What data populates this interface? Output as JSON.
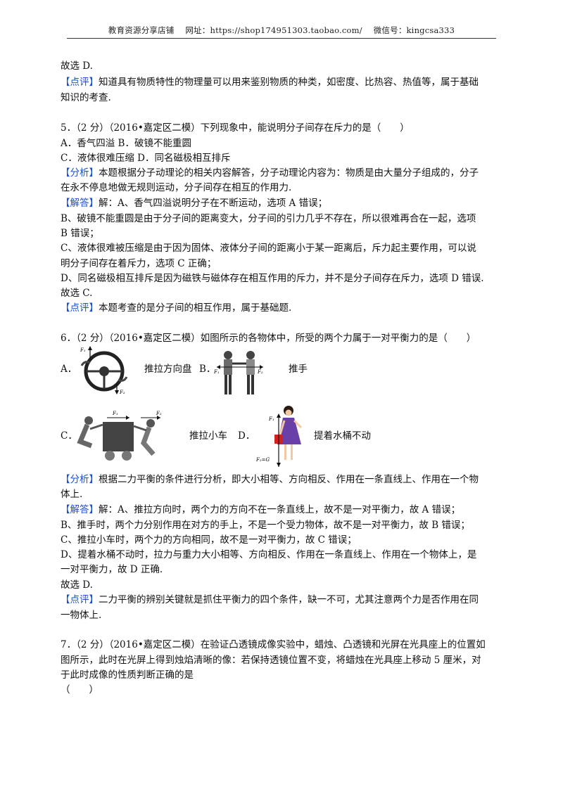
{
  "header": {
    "store": "教育资源分享店铺",
    "site": "网址：https://shop174951303.taobao.com/",
    "wechat": "微信号：kingcsa333"
  },
  "q4_tail": {
    "answer": "故选 D.",
    "comment_tag": "【点评】",
    "comment_1": "知道具有物质特性的物理量可以用来鉴别物质的种类，如密度、比热容、热值等，属于基础",
    "comment_2": "知识的考查."
  },
  "q5": {
    "stem": "5．（2 分）（2016•嘉定区二模）下列现象中，能说明分子间存在斥力的是（　　）",
    "options_1": "A．香气四溢 B．破镜不能重圆",
    "options_2": "C．液体很难压缩 D．同名磁极相互排斥",
    "analysis_tag": "【分析】",
    "analysis_1": "本题根据分子动理论的相关内容解答，分子动理论内容为：物质是由大量分子组成的，分子",
    "analysis_2": "在永不停息地做无规则运动，分子间存在相互的作用力.",
    "solution_tag": "【解答】",
    "solution_1": "解：A、香气四溢说明分子在不断运动，选项 A 错误；",
    "solution_2": "B、破镜不能重圆是由于分子间的距离变大，分子间的引力几乎不存在，所以很难再合在一起，选项",
    "solution_3": "B 错误；",
    "solution_4": "C、液体很难被压缩是由于因为固体、液体分子间的距离小于某一距离后，斥力起主要作用，可以说",
    "solution_5": "明分子间存在着斥力，选项 C 正确；",
    "solution_6": "D、同名磁极相互排斥是因为磁铁与磁体存在相互作用的斥力，并不是分子间存在斥力，选项 D 错误.",
    "answer": "故选 C.",
    "comment_tag": "【点评】",
    "comment_1": "本题考查的是分子间的相互作用，属于基础题."
  },
  "q6": {
    "stem": "6．（2 分）（2016•嘉定区二模）如图所示的各物体中，所受的两个力属于一对平衡力的是（　　）",
    "opt_a_letter": "A．",
    "opt_a_label": "推拉方向盘",
    "opt_b_letter": "B．",
    "opt_b_label": "推手",
    "opt_c_letter": "C．",
    "opt_c_label": "推拉小车",
    "opt_d_letter": "D．",
    "opt_d_label": "提着水桶不动",
    "fig_labels": {
      "f1": "F₁",
      "f2": "F₂",
      "f2g": "F₂=G"
    },
    "analysis_tag": "【分析】",
    "analysis_1": "根据二力平衡的条件进行分析，即大小相等、方向相反、作用在一条直线上、作用在一个物",
    "analysis_2": "体上.",
    "solution_tag": "【解答】",
    "solution_1": "解：A、推拉方向时，两个力的方向不在一条直线上，故不是一对平衡力，故 A 错误；",
    "solution_2": "B、推手时，两个力分别作用在对方的手上，不是一个受力物体，故不是一对平衡力，故 B 错误；",
    "solution_3": "C、推拉小车时，两个力的方向相同，故不是一对平衡力，故 C 错误；",
    "solution_4": "D、提着水桶不动时，拉力与重力大小相等、方向相反、作用在一条直线上、作用在一个物体上，是",
    "solution_5": "一对平衡力，故 D 正确.",
    "answer": "故选 D.",
    "comment_tag": "【点评】",
    "comment_1": "二力平衡的辨别关键就是抓住平衡力的四个条件，缺一不可，尤其注意两个力是否作用在同",
    "comment_2": "一物体上."
  },
  "q7": {
    "stem_1": "7．（2 分）（2016•嘉定区二模）在验证凸透镜成像实验中，蜡烛、凸透镜和光屏在光具座上的位置如",
    "stem_2": "图所示，此时在光屏上得到烛焰清晰的像：若保持透镜位置不变，将蜡烛在光具座上移动 5 厘米，对",
    "stem_3": "于此时成像的性质判断正确的是",
    "blank": "（　　）"
  },
  "colors": {
    "tag": "#1a4fd6",
    "text": "#111111",
    "bucket": "#d62020",
    "dress": "#6a3fa8"
  }
}
